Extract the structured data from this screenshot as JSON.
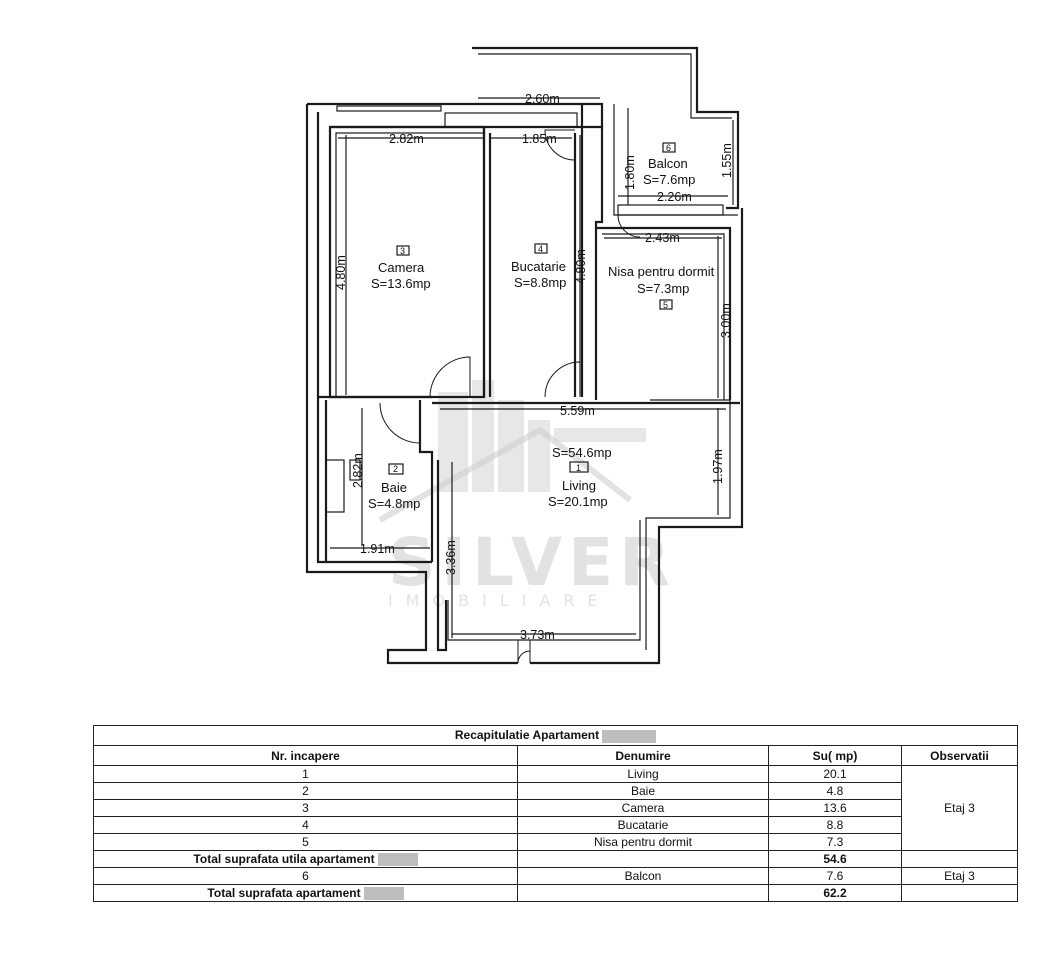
{
  "plan": {
    "rooms": [
      {
        "number": "1",
        "name": "Living",
        "area": "S=20.1mp"
      },
      {
        "number": "2",
        "name": "Baie",
        "area": "S=4.8mp"
      },
      {
        "number": "3",
        "name": "Camera",
        "area": "S=13.6mp"
      },
      {
        "number": "4",
        "name": "Bucatarie",
        "area": "S=8.8mp"
      },
      {
        "number": "5",
        "name": "Nisa pentru dormit",
        "area": "S=7.3mp"
      },
      {
        "number": "6",
        "name": "Balcon",
        "area": "S=7.6mp"
      }
    ],
    "total_area_label": "S=54.6mp",
    "dimensions": {
      "balcony_top": "2.60m",
      "camera_width": "2.82m",
      "kitchen_width": "1.85m",
      "balcony_depth_left": "1.80m",
      "balcony_depth_right": "1.55m",
      "balcony_width": "2.26m",
      "nisa_width": "2.43m",
      "camera_depth": "4.80m",
      "kitchen_depth": "4.80m",
      "nisa_depth": "3.00m",
      "hall_width": "5.59m",
      "living_depth": "1.97m",
      "baie_depth": "2.82m",
      "baie_width": "1.91m",
      "entry_depth": "3.36m",
      "entry_width": "3.73m"
    },
    "watermark": {
      "brand": "SILVER",
      "sub": "IMOBILIARE"
    }
  },
  "table": {
    "title": "Recapitulatie Apartament",
    "headers": [
      "Nr. incapere",
      "Denumire",
      "Su( mp)",
      "Observatii"
    ],
    "rows": [
      {
        "nr": "1",
        "name": "Living",
        "su": "20.1"
      },
      {
        "nr": "2",
        "name": "Baie",
        "su": "4.8"
      },
      {
        "nr": "3",
        "name": "Camera",
        "su": "13.6"
      },
      {
        "nr": "4",
        "name": "Bucatarie",
        "su": "8.8"
      },
      {
        "nr": "5",
        "name": "Nisa pentru dormit",
        "su": "7.3"
      }
    ],
    "observation_group": "Etaj 3",
    "total_util_label": "Total suprafata utila apartament",
    "total_util_value": "54.6",
    "balcony_row": {
      "nr": "6",
      "name": "Balcon",
      "su": "7.6",
      "obs": "Etaj 3"
    },
    "total_label": "Total suprafata apartament",
    "total_value": "62.2"
  }
}
